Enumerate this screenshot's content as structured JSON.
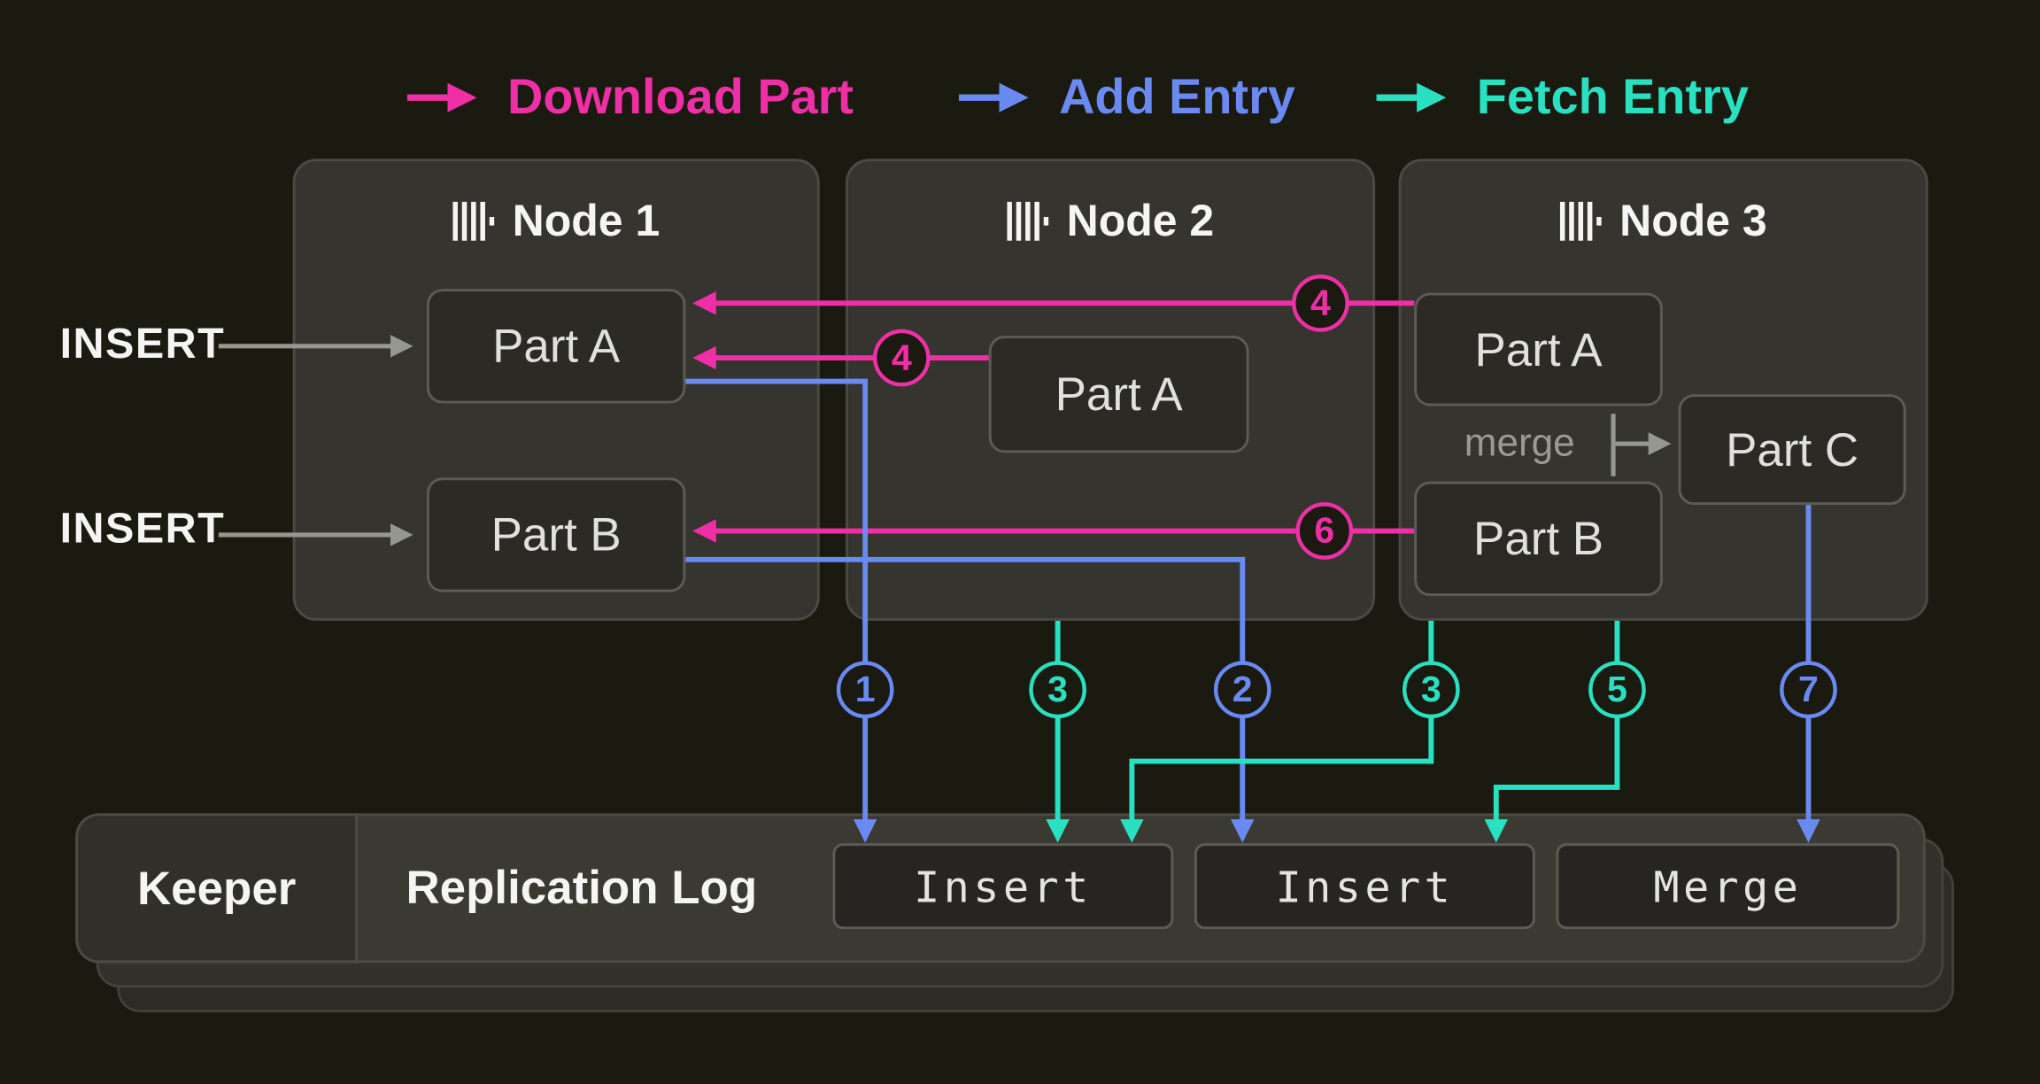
{
  "colors": {
    "bg": "#1b1a10",
    "magenta": "#ee2fa6",
    "blue": "#6a8af2",
    "teal": "#29e0c0",
    "gray": "#979792",
    "node_fill": "#35342e",
    "node_border": "#4a4942",
    "part_fill": "#2b2a25",
    "part_border": "#5c5b55",
    "log_fill": "#3a3932",
    "keeper_fill": "#302f29",
    "layer2_fill": "#32312a",
    "layer3_fill": "#2c2b25",
    "entry_fill": "#262521",
    "entry_border": "#5c5b55",
    "muted": "#9a9994"
  },
  "legend": {
    "download": "Download Part",
    "add": "Add Entry",
    "fetch": "Fetch Entry"
  },
  "nodes": [
    {
      "title": "Node 1",
      "parts": {
        "a": "Part A",
        "b": "Part B"
      }
    },
    {
      "title": "Node 2",
      "parts": {
        "a": "Part A"
      }
    },
    {
      "title": "Node 3",
      "parts": {
        "a": "Part A",
        "b": "Part B",
        "c": "Part C"
      },
      "merge_label": "merge"
    }
  ],
  "inserts": {
    "top": "INSERT",
    "bottom": "INSERT"
  },
  "steps": {
    "download_n1a_from_n3": "4",
    "download_n1a_from_n2": "4",
    "download_n1b_from_n3": "6",
    "add_entry_1": "1",
    "fetch_entry_3_n2": "3",
    "add_entry_2": "2",
    "fetch_entry_3_n3": "3",
    "fetch_entry_5": "5",
    "add_entry_7": "7"
  },
  "log": {
    "keeper": "Keeper",
    "title": "Replication Log",
    "entries": [
      "Insert",
      "Insert",
      "Merge"
    ]
  }
}
